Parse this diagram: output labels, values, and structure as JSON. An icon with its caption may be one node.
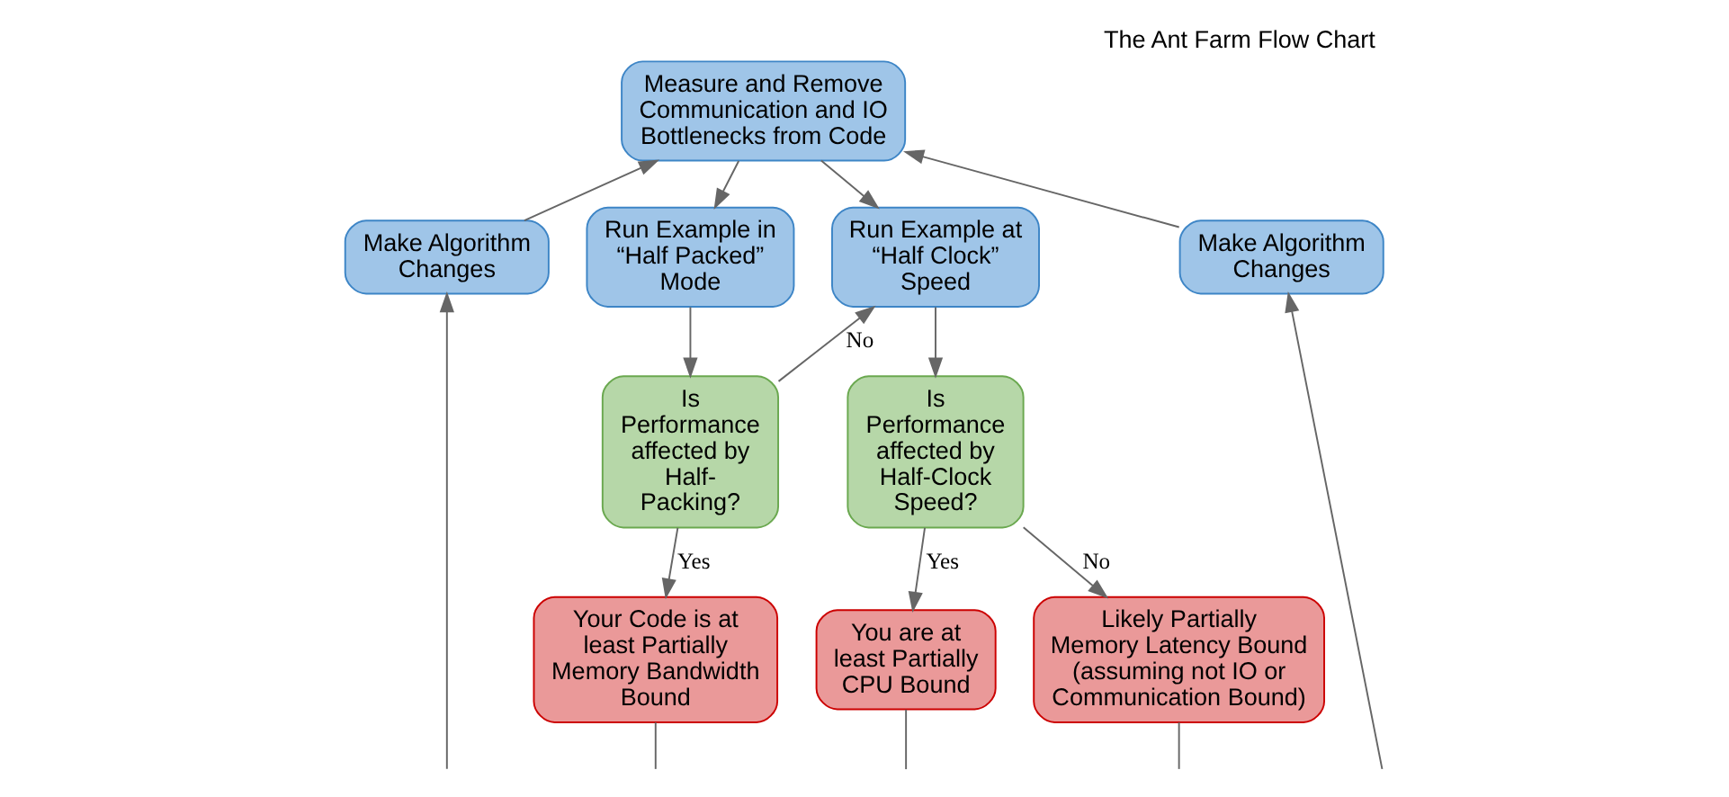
{
  "diagram": {
    "title": "The Ant Farm Flow Chart",
    "nodes": [
      {
        "text": [
          "Measure and Remove Communication and IO Bottlenecks from Code"
        ]
      },
      {
        "text": [
          "Make Algorithm Changes"
        ]
      },
      {
        "text": [
          "Make Algorithm Changes"
        ]
      },
      {
        "text": [
          "Run Example in “Half Packed” Mode"
        ]
      },
      {
        "text": [
          "Run Example at “Half Clock” Speed"
        ]
      },
      {
        "text": [
          "Is Performance affected by Half-Packing?"
        ]
      },
      {
        "text": [
          "Is Performance affected by Half-Clock Speed?"
        ]
      },
      {
        "text": [
          "Your Code is at least Partially Memory Bandwidth Bound"
        ]
      },
      {
        "text": [
          "You are at least Partially CPU Bound"
        ]
      },
      {
        "text": [
          "Likely Partially Memory Latency Bound (assuming not IO or Communication Bound)"
        ]
      }
    ],
    "edges": [
      {
        "from": 1,
        "to": 0,
        "arrow": "to"
      },
      {
        "from": 2,
        "to": 0,
        "arrow": "to"
      },
      {
        "from": 0,
        "to": 3,
        "arrow": "to"
      },
      {
        "from": 0,
        "to": 4,
        "arrow": "to"
      },
      {
        "from": 3,
        "to": 5,
        "arrow": "to"
      },
      {
        "from": 5,
        "to": 4,
        "arrow": "to",
        "label": "No"
      },
      {
        "from": 5,
        "to": 7,
        "arrow": "to",
        "label": "Yes"
      },
      {
        "from": 4,
        "to": 6,
        "arrow": "to"
      },
      {
        "from": 6,
        "to": 8,
        "arrow": "to",
        "label": "Yes"
      },
      {
        "from": 6,
        "to": 9,
        "arrow": "to",
        "label": "No"
      },
      {
        "from": null,
        "to": 1,
        "arrow": "to"
      },
      {
        "from": null,
        "to": 2,
        "arrow": "to"
      },
      {
        "from": 7,
        "to": null,
        "arrow": "none"
      },
      {
        "from": 8,
        "to": null,
        "arrow": "none"
      },
      {
        "from": 9,
        "to": null,
        "arrow": "none"
      }
    ]
  }
}
